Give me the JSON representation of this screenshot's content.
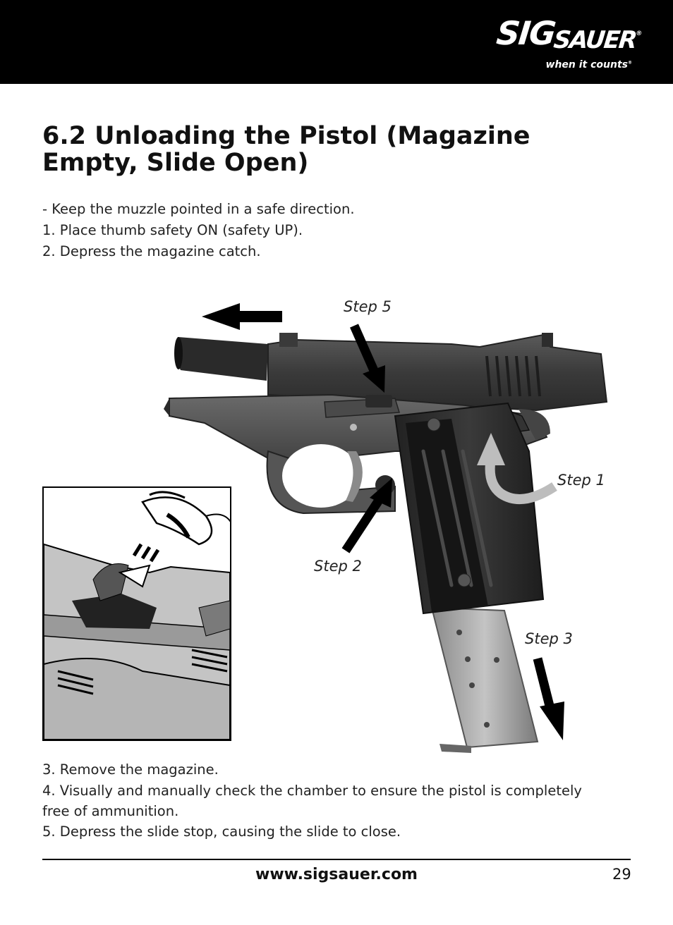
{
  "header": {
    "brand_sig": "SIG",
    "brand_sauer": "SAUER",
    "brand_reg": "®",
    "tagline": "when it counts",
    "tagline_reg": "®"
  },
  "title": "6.2 Unloading the Pistol (Magazine Empty, Slide Open)",
  "steps_top": [
    "-   Keep the muzzle pointed in a safe direction.",
    "1.  Place thumb safety ON (safety UP).",
    "2. Depress the magazine catch."
  ],
  "figure_labels": {
    "step5": "Step 5",
    "step1": "Step 1",
    "step2": "Step 2",
    "step3": "Step 3"
  },
  "steps_bottom": [
    "3.  Remove the magazine.",
    "4.  Visually and manually check the chamber to ensure the pistol is completely free of ammunition.",
    "5.  Depress the slide stop, causing the slide to close."
  ],
  "footer": {
    "url": "www.sigsauer.com",
    "page_number": "29"
  },
  "colors": {
    "header_bg": "#000000",
    "step1_arrow": "#bdbdbd",
    "arrow": "#000000"
  }
}
